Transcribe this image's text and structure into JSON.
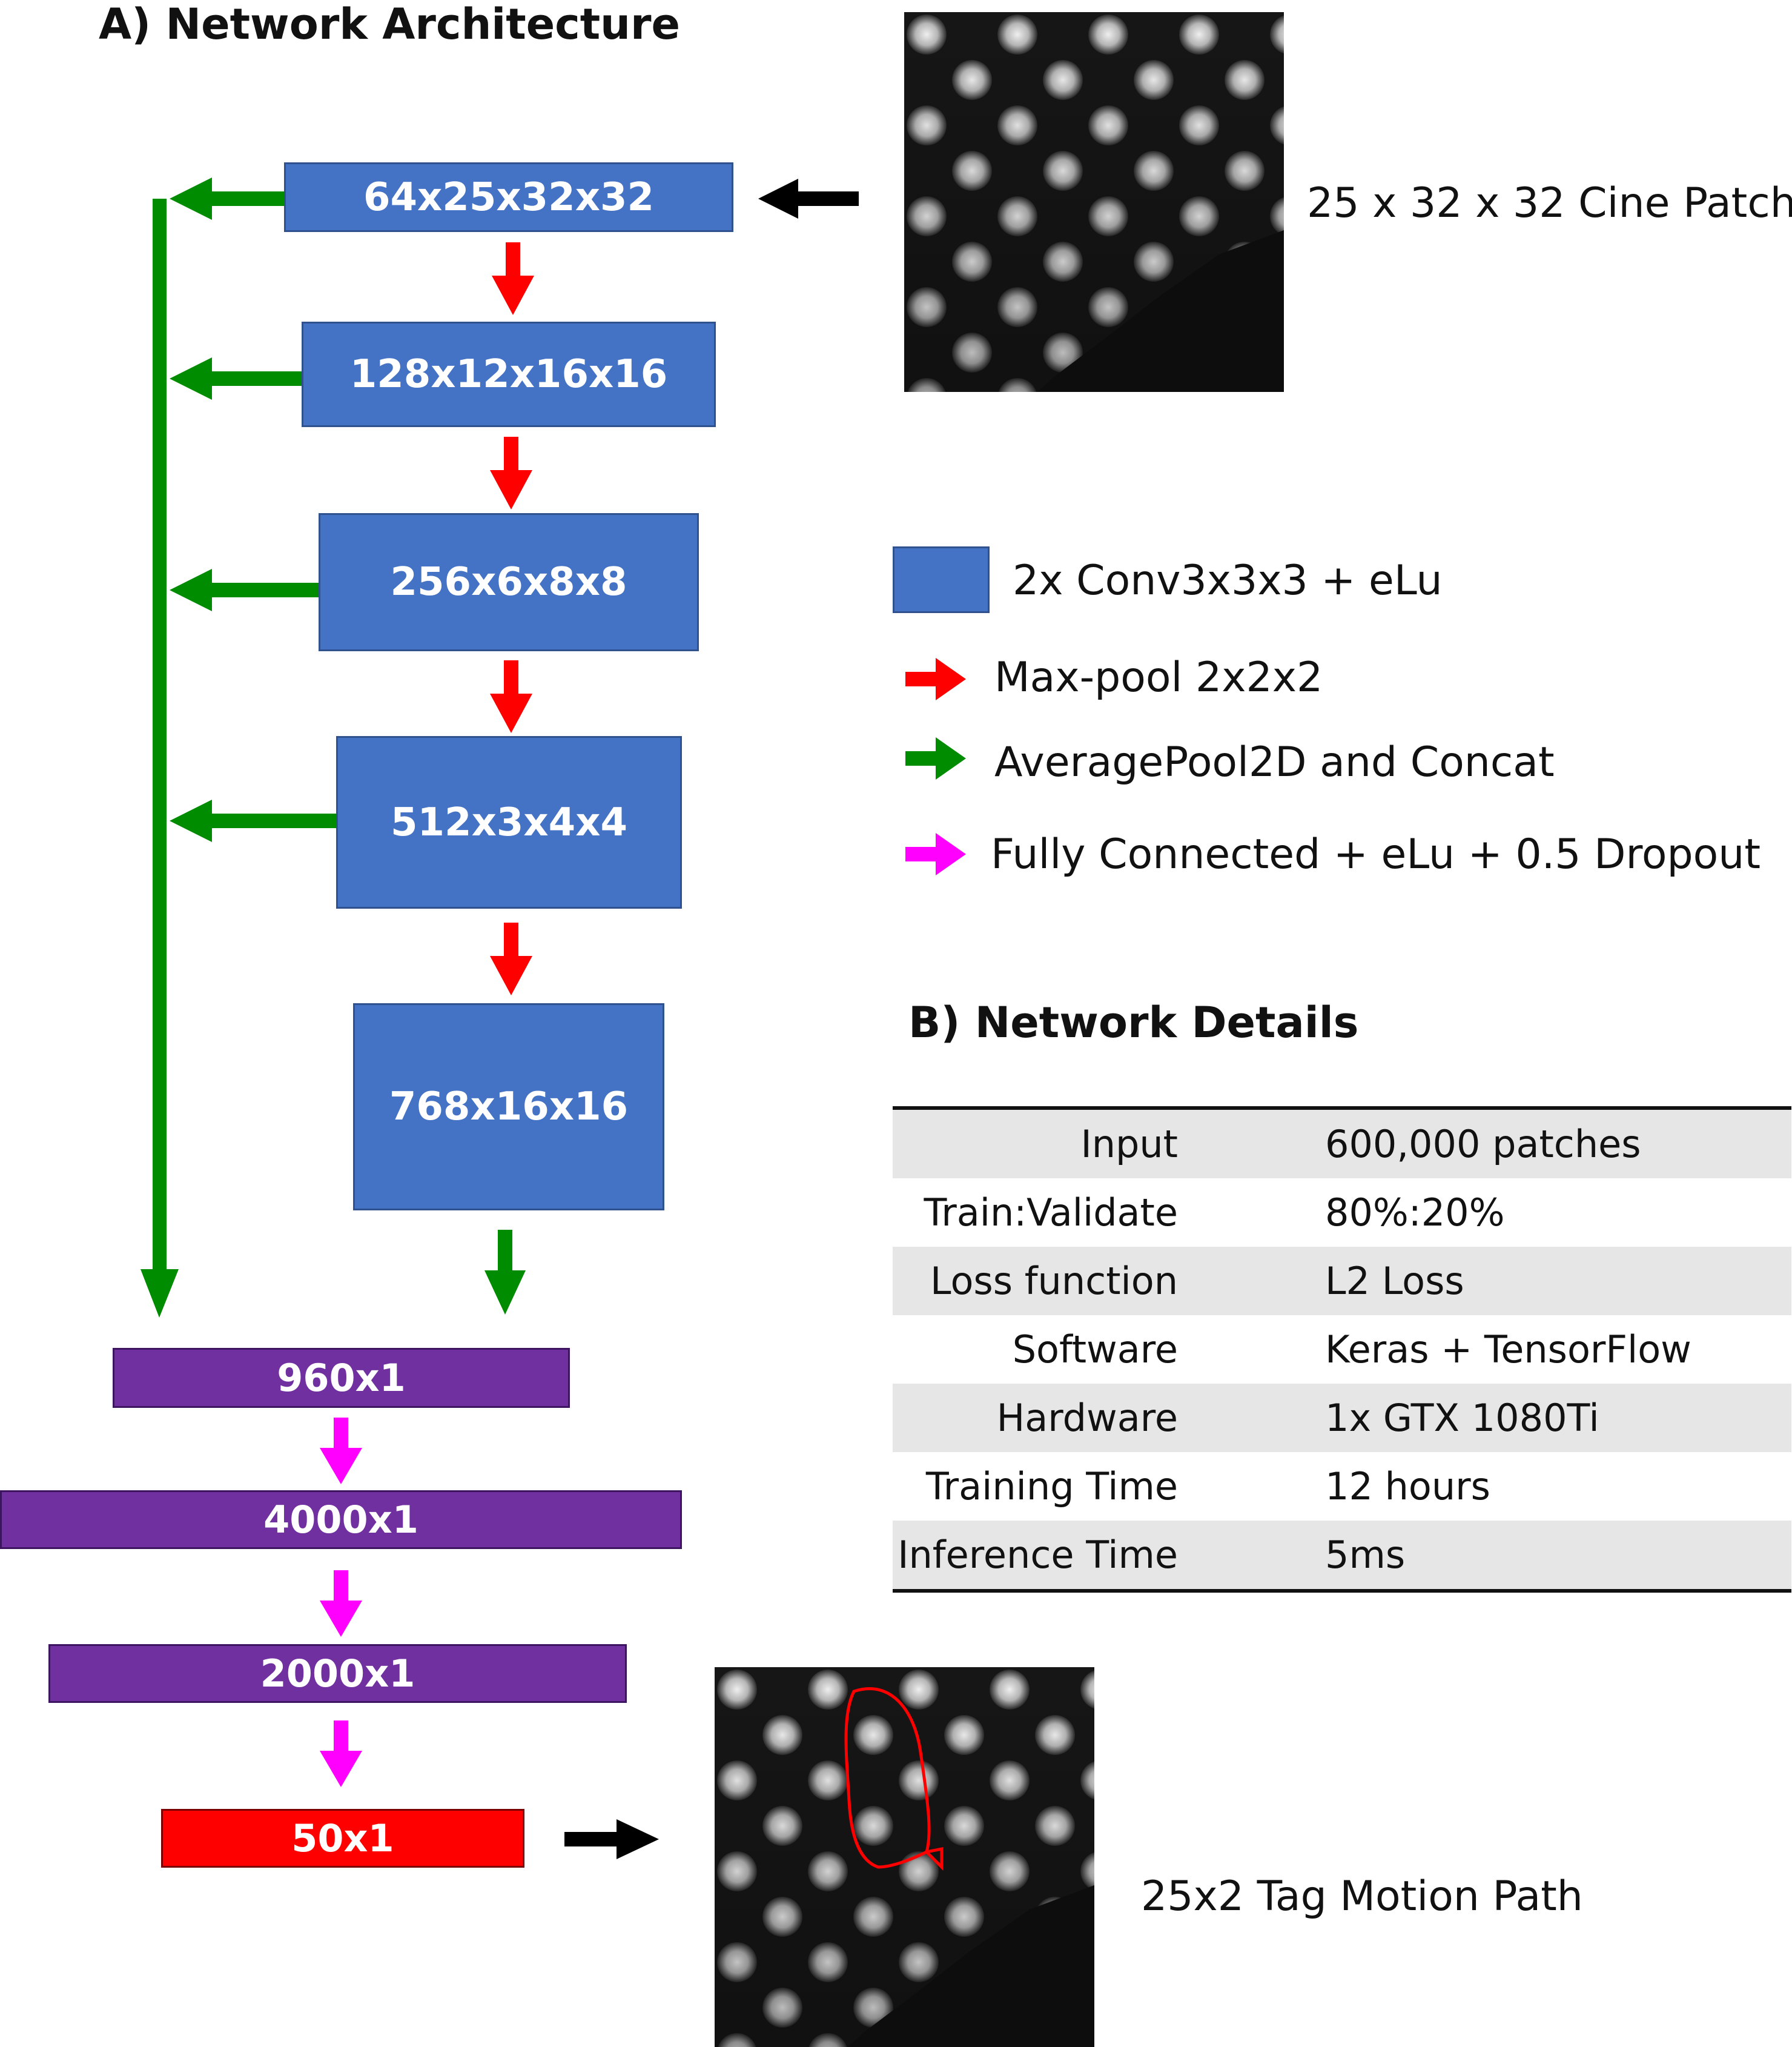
{
  "section_a": {
    "title": "A) Network Architecture"
  },
  "section_b": {
    "title": "B) Network Details"
  },
  "conv_blocks": [
    "64x25x32x32",
    "128x12x16x16",
    "256x6x8x8",
    "512x3x4x4",
    "768x16x16"
  ],
  "fc_blocks": [
    "960x1",
    "4000x1",
    "2000x1"
  ],
  "output_block": "50x1",
  "input_label": "25 x 32 x 32 Cine Patch",
  "output_label": "25x2 Tag Motion Path",
  "legend": [
    {
      "text": "2x Conv3x3x3 + eLu",
      "marker": "blue-box"
    },
    {
      "text": "Max-pool 2x2x2",
      "marker": "red-arrow"
    },
    {
      "text": "AveragePool2D and Concat",
      "marker": "green-arrow"
    },
    {
      "text": "Fully Connected + eLu + 0.5 Dropout",
      "marker": "magenta-arrow"
    }
  ],
  "details": [
    {
      "key": "Input",
      "value": "600,000 patches"
    },
    {
      "key": "Train:Validate",
      "value": "80%:20%"
    },
    {
      "key": "Loss function",
      "value": "L2 Loss"
    },
    {
      "key": "Software",
      "value": "Keras + TensorFlow"
    },
    {
      "key": "Hardware",
      "value": "1x GTX 1080Ti"
    },
    {
      "key": "Training Time",
      "value": "12 hours"
    },
    {
      "key": "Inference Time",
      "value": "5ms"
    }
  ],
  "colors": {
    "conv": "#4472C4",
    "fc": "#7030A0",
    "output": "#FF0000",
    "maxpool_arrow": "#FF0000",
    "avgpool_arrow": "#008C00",
    "fc_arrow": "#FF00FF",
    "io_arrow": "#000000",
    "table_shade": "#E6E6E6"
  }
}
